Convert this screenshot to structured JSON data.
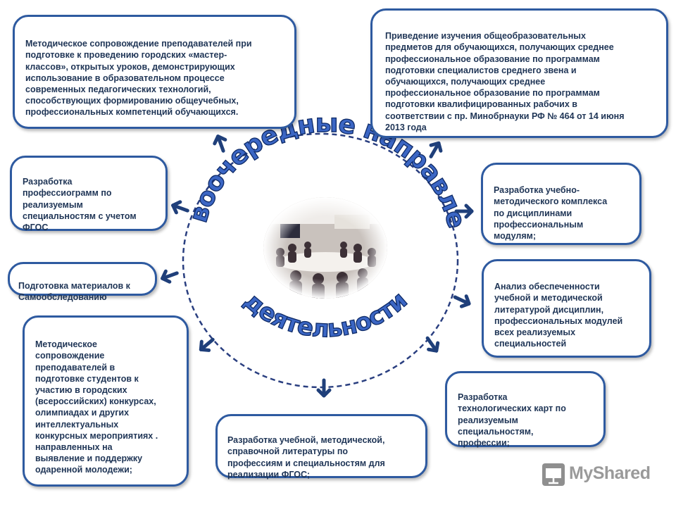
{
  "center": {
    "title_line1": "Первоочередные направления",
    "title_line2": "деятельности"
  },
  "boxes": {
    "top_left": "Методическое сопровождение преподавателей при\nподготовке к проведению городских «мастер-\nклассов», открытых уроков, демонстрирующих\nиспользование в образовательном процессе\nсовременных педагогических технологий,\nспособствующих формированию общеучебных,\nпрофессиональных компетенций обучающихся.",
    "top_right": "Приведение изучения общеобразовательных\nпредметов для обучающихся, получающих среднее\nпрофессиональное образование по программам\nподготовки специалистов среднего звена и\nобучающихся, получающих среднее\nпрофессиональное образование по программам\nподготовки квалифицированных рабочих в\nсоответствии с пр. Минобрнауки  РФ № 464 от 14 июня\n2013 года",
    "left_1": "Разработка\nпрофессиограмм по\nреализуемым\nспециальностям с учетом\nФГОС",
    "left_2": "Подготовка материалов к\nСамообследованию",
    "left_3": "Методическое\nсопровождение\nпреподавателей в\nподготовке студентов к\nучастию в городских\n(всероссийских) конкурсах,\nолимпиадах и других\nинтеллектуальных\nконкурсных мероприятиях .\nнаправленных на\nвыявление и поддержку\nодаренной молодежи;",
    "right_1": "Разработка учебно-\nметодического комплекса\nпо дисциплинами\nпрофессиональным\nмодулям;",
    "right_2": "Анализ обеспеченности\nучебной и методической\nлитературой дисциплин,\nпрофессиональных модулей\nвсех реализуемых\nспециальностей",
    "bottom_center": "Разработка учебной, методической,\nсправочной литературы по\nпрофессиям и специальностям для\nреализации ФГОС;",
    "bottom_right": "Разработка\nтехнологических карт по\nреализуемым\nспециальностям,\nпрофессии;"
  },
  "logo": {
    "text": "MyShared"
  },
  "colors": {
    "box_border": "#2e5aa0",
    "arrow": "#1f3f7a",
    "title_fill": "#3b66c4",
    "title_stroke": "#0e2a66",
    "dashed_ring": "#2a3f80"
  }
}
